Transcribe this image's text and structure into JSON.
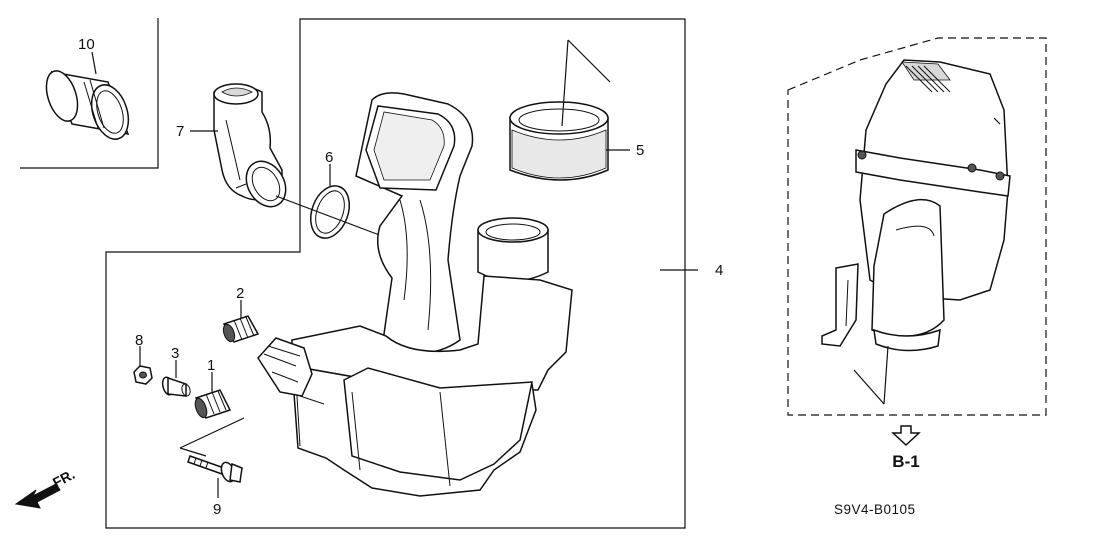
{
  "callouts": {
    "p1": "1",
    "p2": "2",
    "p3": "3",
    "p4": "4",
    "p5": "5",
    "p6": "6",
    "p7": "7",
    "p8": "8",
    "p9": "9",
    "p10": "10"
  },
  "reference": {
    "label": "B-1",
    "arrow_icon": "down-arrow-icon"
  },
  "direction": {
    "label": "FR.",
    "arrow_icon": "front-direction-arrow-icon"
  },
  "diagram_code": "S9V4-B0105"
}
